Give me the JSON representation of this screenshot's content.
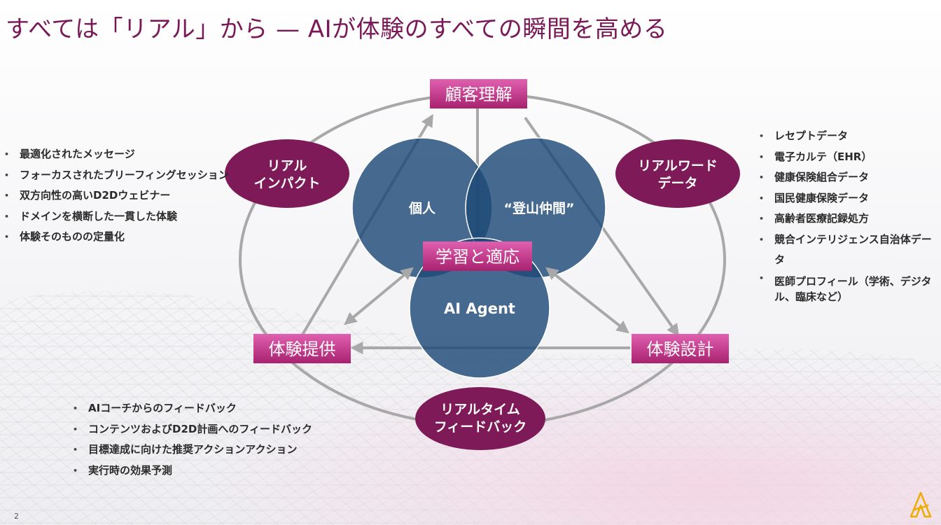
{
  "title": "すべては「リアル」から — AIが体験のすべての瞬間を高める",
  "nodes": {
    "customer_understanding": "顧客理解",
    "learning_adaptation": "学習と適応",
    "experience_delivery": "体験提供",
    "experience_design": "体験設計"
  },
  "circles": {
    "individual": "個人",
    "peers": "“登山仲間”",
    "agent": "AI Agent"
  },
  "ellipses": {
    "real_impact": [
      "リアル",
      "インパクト"
    ],
    "real_world_data": [
      "リアルワード",
      "データ"
    ],
    "realtime_feedback": [
      "リアルタイム",
      "フィードバック"
    ]
  },
  "left_bullets": [
    "最適化されたメッセージ",
    "フォーカスされたブリーフィングセッション",
    "双方向性の高いD2Dウェビナー",
    "ドメインを横断した一貫した体験",
    "体験そのものの定量化"
  ],
  "right_bullets": [
    "レセプトデータ",
    "電子カルテ（EHR）",
    "健康保険組合データ",
    "国民健康保険データ",
    "高齢者医療記録処方",
    "競合インテリジェンス自治体データ",
    "医師プロフィール（学術、デジタル、臨床など）"
  ],
  "bottom_bullets": [
    "AIコーチからのフィードバック",
    "コンテンツおよびD2D計画へのフィードバック",
    "目標達成に向けた推奨アクションアクション",
    "実行時の効果予測"
  ],
  "page_number": "2",
  "colors": {
    "title": "#7a1957",
    "circle": "#1f4a78",
    "ellipse": "#7d1a57",
    "node_box_top": "#e060b0",
    "node_box_bottom": "#a8226f",
    "arrow": "#a8a8a8",
    "logo": "#f0ab00"
  }
}
